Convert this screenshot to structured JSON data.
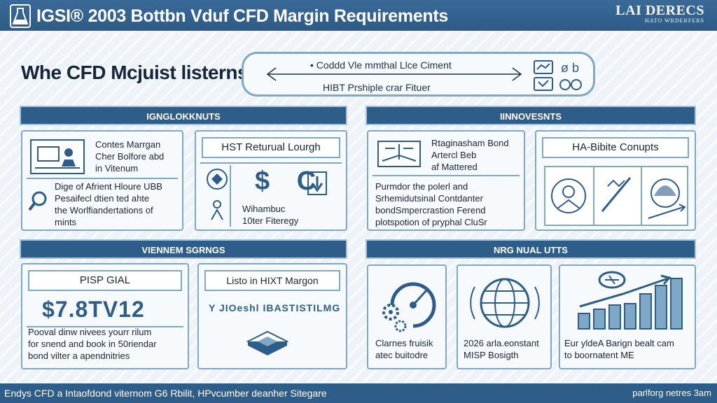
{
  "header": {
    "title": "IGSI® 2003 Bottbn Vduf CFD Margin Requirements",
    "brand_name": "LAI DERECS",
    "brand_sub": "HATO WRDERFERS"
  },
  "hero": {
    "title": "Whe CFD Mcjuist listerns",
    "line1": "• Coddd Vle mmthal Llce Ciment",
    "line2": "HIBT Prshiple crar Fituer"
  },
  "sections": {
    "top_left": "IGNGLOKKNUTS",
    "top_right": "IINNOVESNTS",
    "bottom_left": "VIENNEM SGRNGS",
    "bottom_right": "NRG NUAL UTTS"
  },
  "cards": {
    "margin_info": {
      "text1": [
        "Contes Marrgan",
        "Cher Bolfore abd",
        "in Vitenum"
      ],
      "text2": [
        "Dige of Afrient Hloure UBB",
        "Pesaifecl dtien ted ahte",
        "the Worlfiandertations of",
        "mints"
      ]
    },
    "returnal": {
      "head": "HST Returual Lourgh",
      "symbols": "$ C",
      "text": [
        "Wihambuc",
        "10ter Fiteregy"
      ]
    },
    "bond": {
      "text1": [
        "Rtaginasham Bond",
        "Artercl Beb",
        "af Mattered"
      ],
      "text2": [
        "Purmdor the polerl and",
        "Srhemidutsinal Contdanter",
        "bondSmpercrastion Ferend",
        "plotspotion of pryphal CluSr"
      ]
    },
    "concepts": {
      "head": "HA-Bibite Conupts"
    },
    "psp": {
      "head": "PISP GIAL",
      "value": "$7.8TV12",
      "text": [
        "Pooval dinw nivees yourr rilum",
        "for snend and book in 50riendar",
        "bond vilter a apendnitries"
      ]
    },
    "listing": {
      "head": "Listo in HIXT Margon",
      "line": "Y JIOeshl IBASTISTILMG"
    },
    "gear": {
      "text": [
        "Clarnes fruisik",
        "atec buitodre"
      ]
    },
    "globe": {
      "text": [
        "2026 arla.eonstant",
        "MISP Bosigth"
      ]
    },
    "growth": {
      "text": [
        "Eur yldeA Barign bealt cam",
        "to boornatent ME"
      ]
    }
  },
  "footer": {
    "left": "Endys CFD  a Intaofdond viternom G6 Rbilit, HPvcumber deanher Sitegare",
    "right": "parlforg netres 3am"
  },
  "colors": {
    "primary": "#2f5d89",
    "border": "#7fa7c6",
    "background": "#eef3f7"
  }
}
